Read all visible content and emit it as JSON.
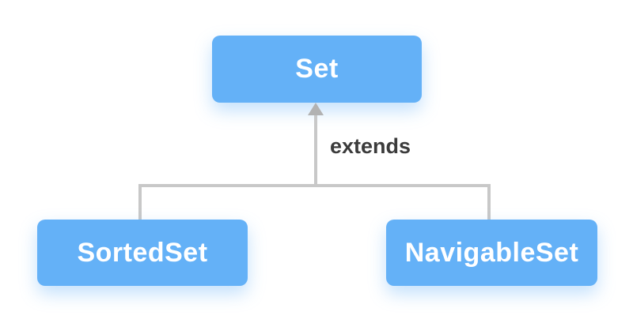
{
  "diagram": {
    "nodes": [
      {
        "id": "set",
        "label": "Set"
      },
      {
        "id": "sortedset",
        "label": "SortedSet"
      },
      {
        "id": "navigableset",
        "label": "NavigableSet"
      }
    ],
    "edge_label": "extends",
    "colors": {
      "background": "#ffffff",
      "node_bg": "#64b1f7",
      "node_text": "#ffffff",
      "line": "#c8c8c8",
      "arrow": "#b2b2b2",
      "edge_label": "#3b3b3b"
    }
  }
}
